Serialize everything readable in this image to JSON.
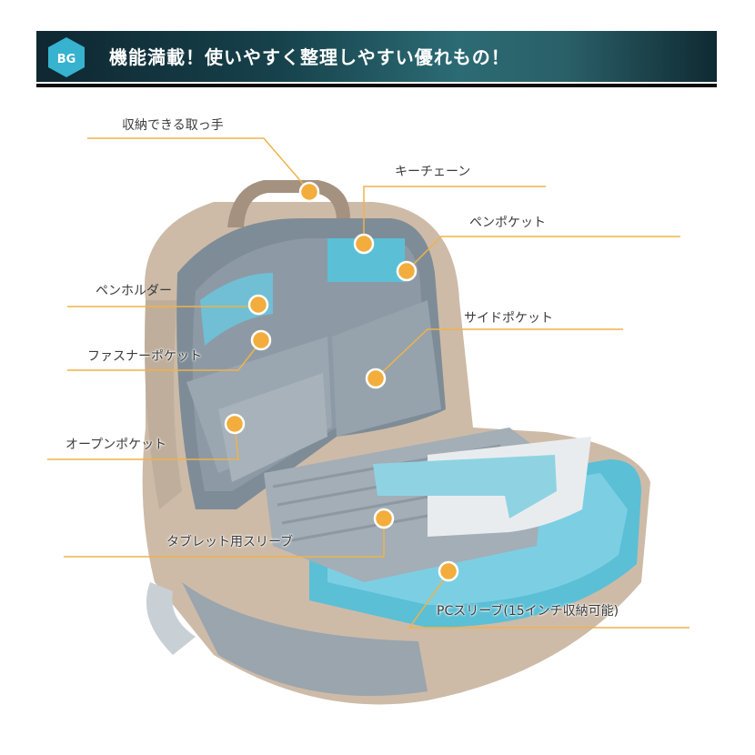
{
  "header": {
    "logo_text": "BG",
    "title": "機能満載！使いやすく整理しやすい優れもの！"
  },
  "colors": {
    "accent_orange": "#f2ad3c",
    "leader_line": "#f0b24a",
    "lining_teal": "#5bc0d6",
    "bag_beige": "#cdbba8"
  },
  "callouts": [
    {
      "id": "handle",
      "text": "収納できる取っ手"
    },
    {
      "id": "key-chain",
      "text": "キーチェーン"
    },
    {
      "id": "pen-pocket",
      "text": "ペンポケット"
    },
    {
      "id": "pen-holder",
      "text": "ペンホルダー"
    },
    {
      "id": "side-pocket",
      "text": "サイドポケット"
    },
    {
      "id": "zipper-pocket",
      "text": "ファスナーポケット"
    },
    {
      "id": "open-pocket",
      "text": "オープンポケット"
    },
    {
      "id": "tablet-sleeve",
      "text": "タブレット用スリーブ"
    },
    {
      "id": "pc-sleeve",
      "text": "PCスリーブ(15インチ収納可能)"
    }
  ]
}
